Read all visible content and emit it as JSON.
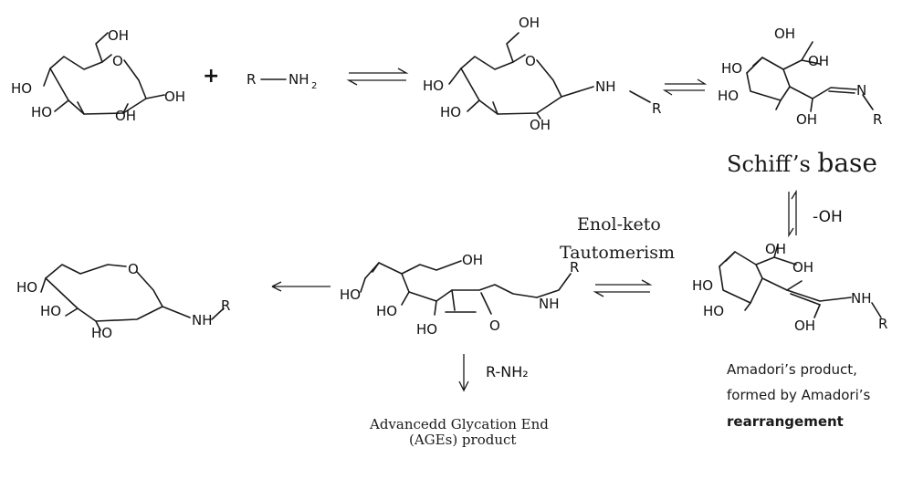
{
  "reaction": {
    "plus_sign": "+",
    "amine": {
      "r": "R",
      "nh": "NH",
      "sub": "2"
    },
    "hydroxyl": "HO",
    "hydroxyl_right": "OH",
    "ring_oxygen": "O",
    "carbonyl_oxygen": "O",
    "imine_n": "N",
    "amine_nh": "NH",
    "r_group": "R",
    "minus_oh": "-OH",
    "rnh2_reagent": "R-NH₂"
  },
  "labels": {
    "schiff_base_1": "Schiff’s ",
    "schiff_base_2": "base",
    "tautomerism_1": "Enol-keto",
    "tautomerism_2": "Tautomerism",
    "ages_1": "Advancedd Glycation End",
    "ages_2": "(AGEs) product",
    "amadori_1": "Amadori’s product,",
    "amadori_2": "formed by Amadori’s",
    "amadori_3": "rearrangement"
  }
}
